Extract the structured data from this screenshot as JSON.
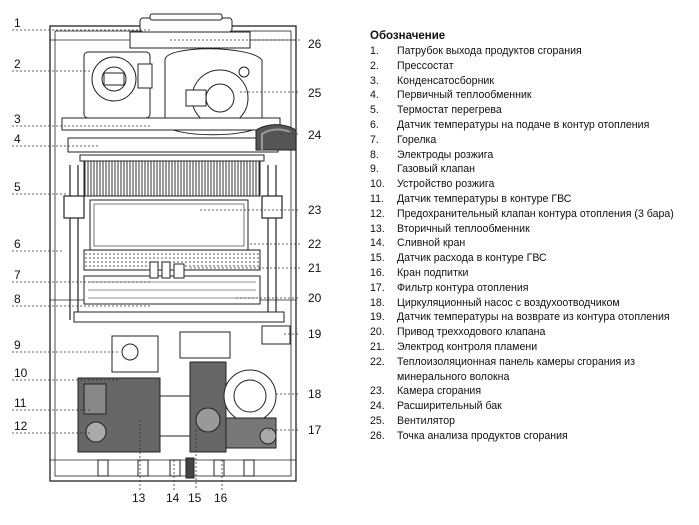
{
  "legend": {
    "title": "Обозначение",
    "items": [
      {
        "num": "1.",
        "text": "Патрубок выхода продуктов сгорания"
      },
      {
        "num": "2.",
        "text": "Прессостат"
      },
      {
        "num": "3.",
        "text": "Конденсатосборник"
      },
      {
        "num": "4.",
        "text": "Первичный теплообменник"
      },
      {
        "num": "5.",
        "text": "Термостат перегрева"
      },
      {
        "num": "6.",
        "text": "Датчик температуры на подаче в контур отопления"
      },
      {
        "num": "7.",
        "text": "Горелка"
      },
      {
        "num": "8.",
        "text": "Электроды розжига"
      },
      {
        "num": "9.",
        "text": "Газовый клапан"
      },
      {
        "num": "10.",
        "text": "Устройство розжига"
      },
      {
        "num": "11.",
        "text": "Датчик температуры в контуре ГВС"
      },
      {
        "num": "12.",
        "text": "Предохранительный клапан контура отопления (3 бара)"
      },
      {
        "num": "13.",
        "text": "Вторичный теплообменник"
      },
      {
        "num": "14.",
        "text": "Сливной кран"
      },
      {
        "num": "15.",
        "text": "Датчик расхода в контуре ГВС"
      },
      {
        "num": "16.",
        "text": "Кран подпитки"
      },
      {
        "num": "17.",
        "text": "Фильтр контура отопления"
      },
      {
        "num": "18.",
        "text": "Циркуляционный насос с воздухоотводчиком"
      },
      {
        "num": "19.",
        "text": "Датчик температуры на возврате из контура отопления"
      },
      {
        "num": "20.",
        "text": "Привод трехходового клапана"
      },
      {
        "num": "21.",
        "text": "Электрод контроля пламени"
      },
      {
        "num": "22.",
        "text": "Теплоизоляционная панель камеры сгорания из минерального волокна"
      },
      {
        "num": "23.",
        "text": "Камера сгорания"
      },
      {
        "num": "24.",
        "text": "Расширительный бак"
      },
      {
        "num": "25.",
        "text": "Вентилятор"
      },
      {
        "num": "26.",
        "text": "Точка анализа продуктов сгорания"
      }
    ]
  },
  "callouts": {
    "left": [
      "1",
      "2",
      "3",
      "4",
      "5",
      "6",
      "7",
      "8",
      "9",
      "10",
      "11",
      "12"
    ],
    "right": [
      "26",
      "25",
      "24",
      "23",
      "22",
      "21",
      "20",
      "19",
      "18",
      "17"
    ],
    "bottom": [
      "13",
      "14",
      "15",
      "16"
    ]
  }
}
